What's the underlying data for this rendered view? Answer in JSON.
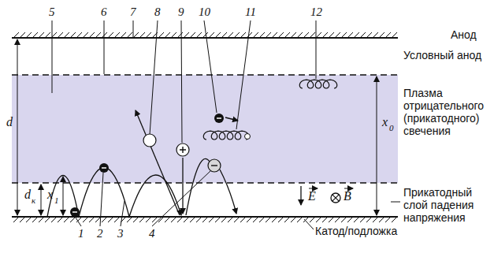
{
  "diagram": {
    "labels": [
      "Анод",
      "Условный анод",
      "Плазма отрицательного (прикатодного) свечения",
      "Прикатодный слой падения напряжения",
      "Катод/подложка",
      "d",
      "d",
      "к",
      "x",
      "0",
      "x",
      "1",
      "E",
      "B",
      "1",
      "2",
      "3",
      "4",
      "5",
      "6",
      "7",
      "8",
      "9",
      "10",
      "11",
      "12"
    ]
  }
}
